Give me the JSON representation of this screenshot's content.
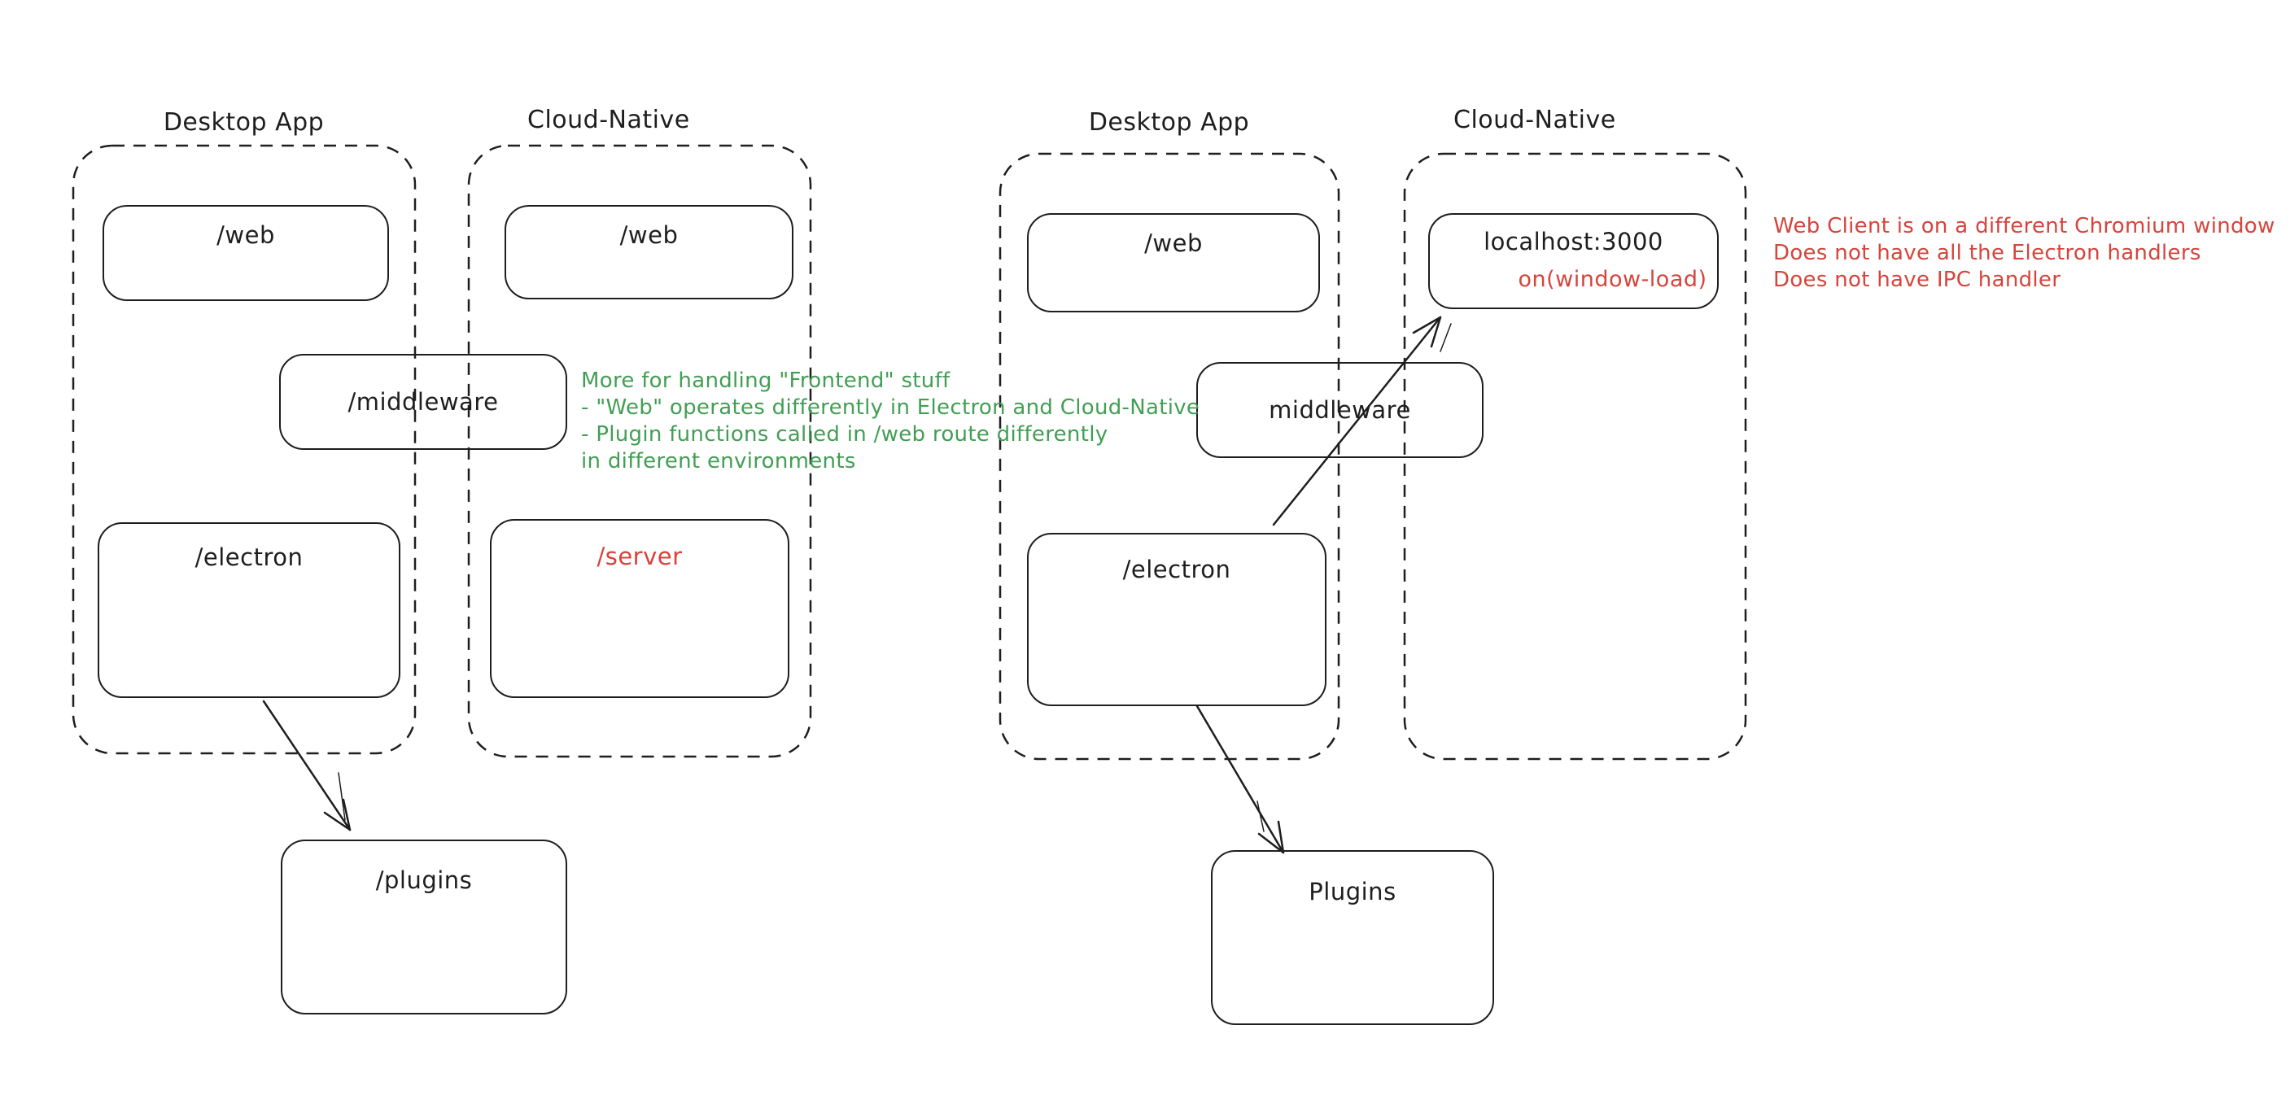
{
  "colors": {
    "stroke": "#1e1e1e",
    "red": "#d6443c",
    "green": "#429e54",
    "background": "#ffffff"
  },
  "left_diagram": {
    "desktop_title": "Desktop App",
    "cloud_title": "Cloud-Native",
    "desktop_web": "/web",
    "cloud_web": "/web",
    "middleware": "/middleware",
    "electron": "/electron",
    "server": "/server",
    "plugins": "/plugins"
  },
  "right_diagram": {
    "desktop_title": "Desktop App",
    "cloud_title": "Cloud-Native",
    "desktop_web": "/web",
    "localhost": "localhost:3000",
    "window_load": "on(window-load)",
    "middleware": "middleware",
    "electron": "/electron",
    "plugins": "Plugins"
  },
  "annotations": {
    "green_note": {
      "lines": [
        "More for handling \"Frontend\" stuff",
        "- \"Web\" operates differently in Electron and Cloud-Native",
        "- Plugin functions called in /web route differently",
        "in different environments"
      ]
    },
    "red_note": {
      "lines": [
        "Web Client is on a different Chromium window",
        "Does not have all the Electron handlers",
        "Does not have IPC handler"
      ]
    }
  }
}
